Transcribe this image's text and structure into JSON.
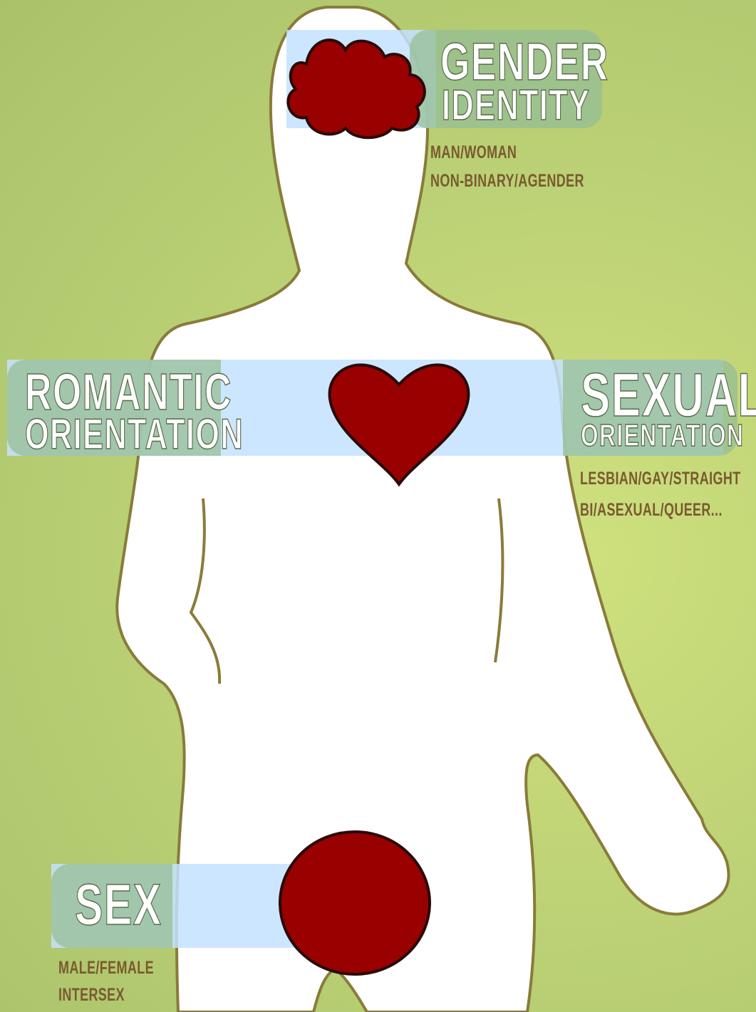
{
  "colors": {
    "background": "#bdd276",
    "body_fill": "#ffffff",
    "body_outline": "#8a7b3a",
    "organ": "#990000",
    "band": "#c4e2ff",
    "label_box": "#96be96",
    "subtext": "#7a5a30"
  },
  "labels": {
    "gender": {
      "line1": "GENDER",
      "line2": "IDENTITY",
      "sub1": "MAN/WOMAN",
      "sub2": "NON-BINARY/AGENDER"
    },
    "romantic": {
      "line1": "ROMANTIC",
      "line2": "ORIENTATION"
    },
    "sexual": {
      "line1": "SEXUAL",
      "line2": "ORIENTATION",
      "sub1": "LESBIAN/GAY/STRAIGHT",
      "sub2": "BI/ASEXUAL/QUEER..."
    },
    "sex": {
      "line1": "SEX",
      "sub1": "MALE/FEMALE",
      "sub2": "INTERSEX"
    }
  },
  "icons": {
    "brain": "brain-icon",
    "heart": "heart-icon",
    "genitals": "circle-icon"
  }
}
